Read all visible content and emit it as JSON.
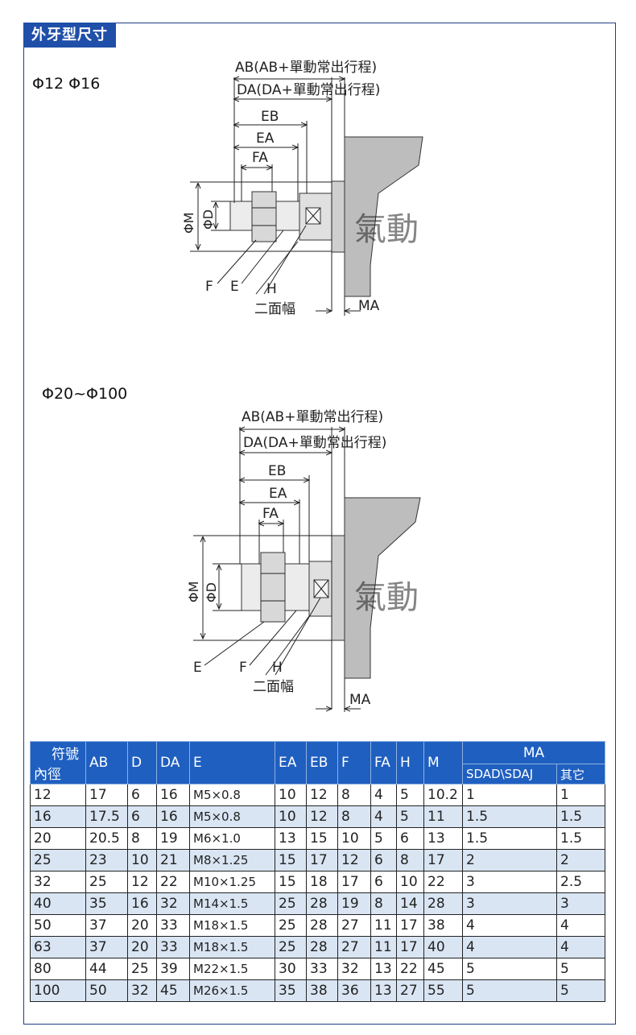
{
  "header": {
    "title": "外牙型尺寸"
  },
  "sections": [
    {
      "label": "Φ12 Φ16"
    },
    {
      "label": "Φ20~Φ100"
    }
  ],
  "diagram": {
    "dim_ab": "AB(AB+單動常出行程)",
    "dim_da": "DA(DA+單動常出行程)",
    "dim_eb": "EB",
    "dim_ea": "EA",
    "dim_fa": "FA",
    "dim_m": "ΦM",
    "dim_d": "ΦD",
    "lbl_f": "F",
    "lbl_e": "E",
    "lbl_h": "H",
    "lbl_two_face": "二面幅",
    "lbl_ma": "MA",
    "watermark": "氣動"
  },
  "table": {
    "header_symbol": "符號",
    "header_bore": "內徑",
    "columns": [
      "AB",
      "D",
      "DA",
      "E",
      "EA",
      "EB",
      "F",
      "FA",
      "H",
      "M"
    ],
    "ma_header": "MA",
    "ma_sub": [
      "SDAD\\SDAJ",
      "其它"
    ],
    "rows": [
      [
        "12",
        "17",
        "6",
        "16",
        "M5×0.8",
        "10",
        "12",
        "8",
        "4",
        "5",
        "10.2",
        "1",
        "1"
      ],
      [
        "16",
        "17.5",
        "6",
        "16",
        "M5×0.8",
        "10",
        "12",
        "8",
        "4",
        "5",
        "11",
        "1.5",
        "1.5"
      ],
      [
        "20",
        "20.5",
        "8",
        "19",
        "M6×1.0",
        "13",
        "15",
        "10",
        "5",
        "6",
        "13",
        "1.5",
        "1.5"
      ],
      [
        "25",
        "23",
        "10",
        "21",
        "M8×1.25",
        "15",
        "17",
        "12",
        "6",
        "8",
        "17",
        "2",
        "2"
      ],
      [
        "32",
        "25",
        "12",
        "22",
        "M10×1.25",
        "15",
        "18",
        "17",
        "6",
        "10",
        "22",
        "3",
        "2.5"
      ],
      [
        "40",
        "35",
        "16",
        "32",
        "M14×1.5",
        "25",
        "28",
        "19",
        "8",
        "14",
        "28",
        "3",
        "3"
      ],
      [
        "50",
        "37",
        "20",
        "33",
        "M18×1.5",
        "25",
        "28",
        "27",
        "11",
        "17",
        "38",
        "4",
        "4"
      ],
      [
        "63",
        "37",
        "20",
        "33",
        "M18×1.5",
        "25",
        "28",
        "27",
        "11",
        "17",
        "40",
        "4",
        "4"
      ],
      [
        "80",
        "44",
        "25",
        "39",
        "M22×1.5",
        "30",
        "33",
        "32",
        "13",
        "22",
        "45",
        "5",
        "5"
      ],
      [
        "100",
        "50",
        "32",
        "45",
        "M26×1.5",
        "35",
        "38",
        "36",
        "13",
        "27",
        "55",
        "5",
        "5"
      ]
    ]
  }
}
